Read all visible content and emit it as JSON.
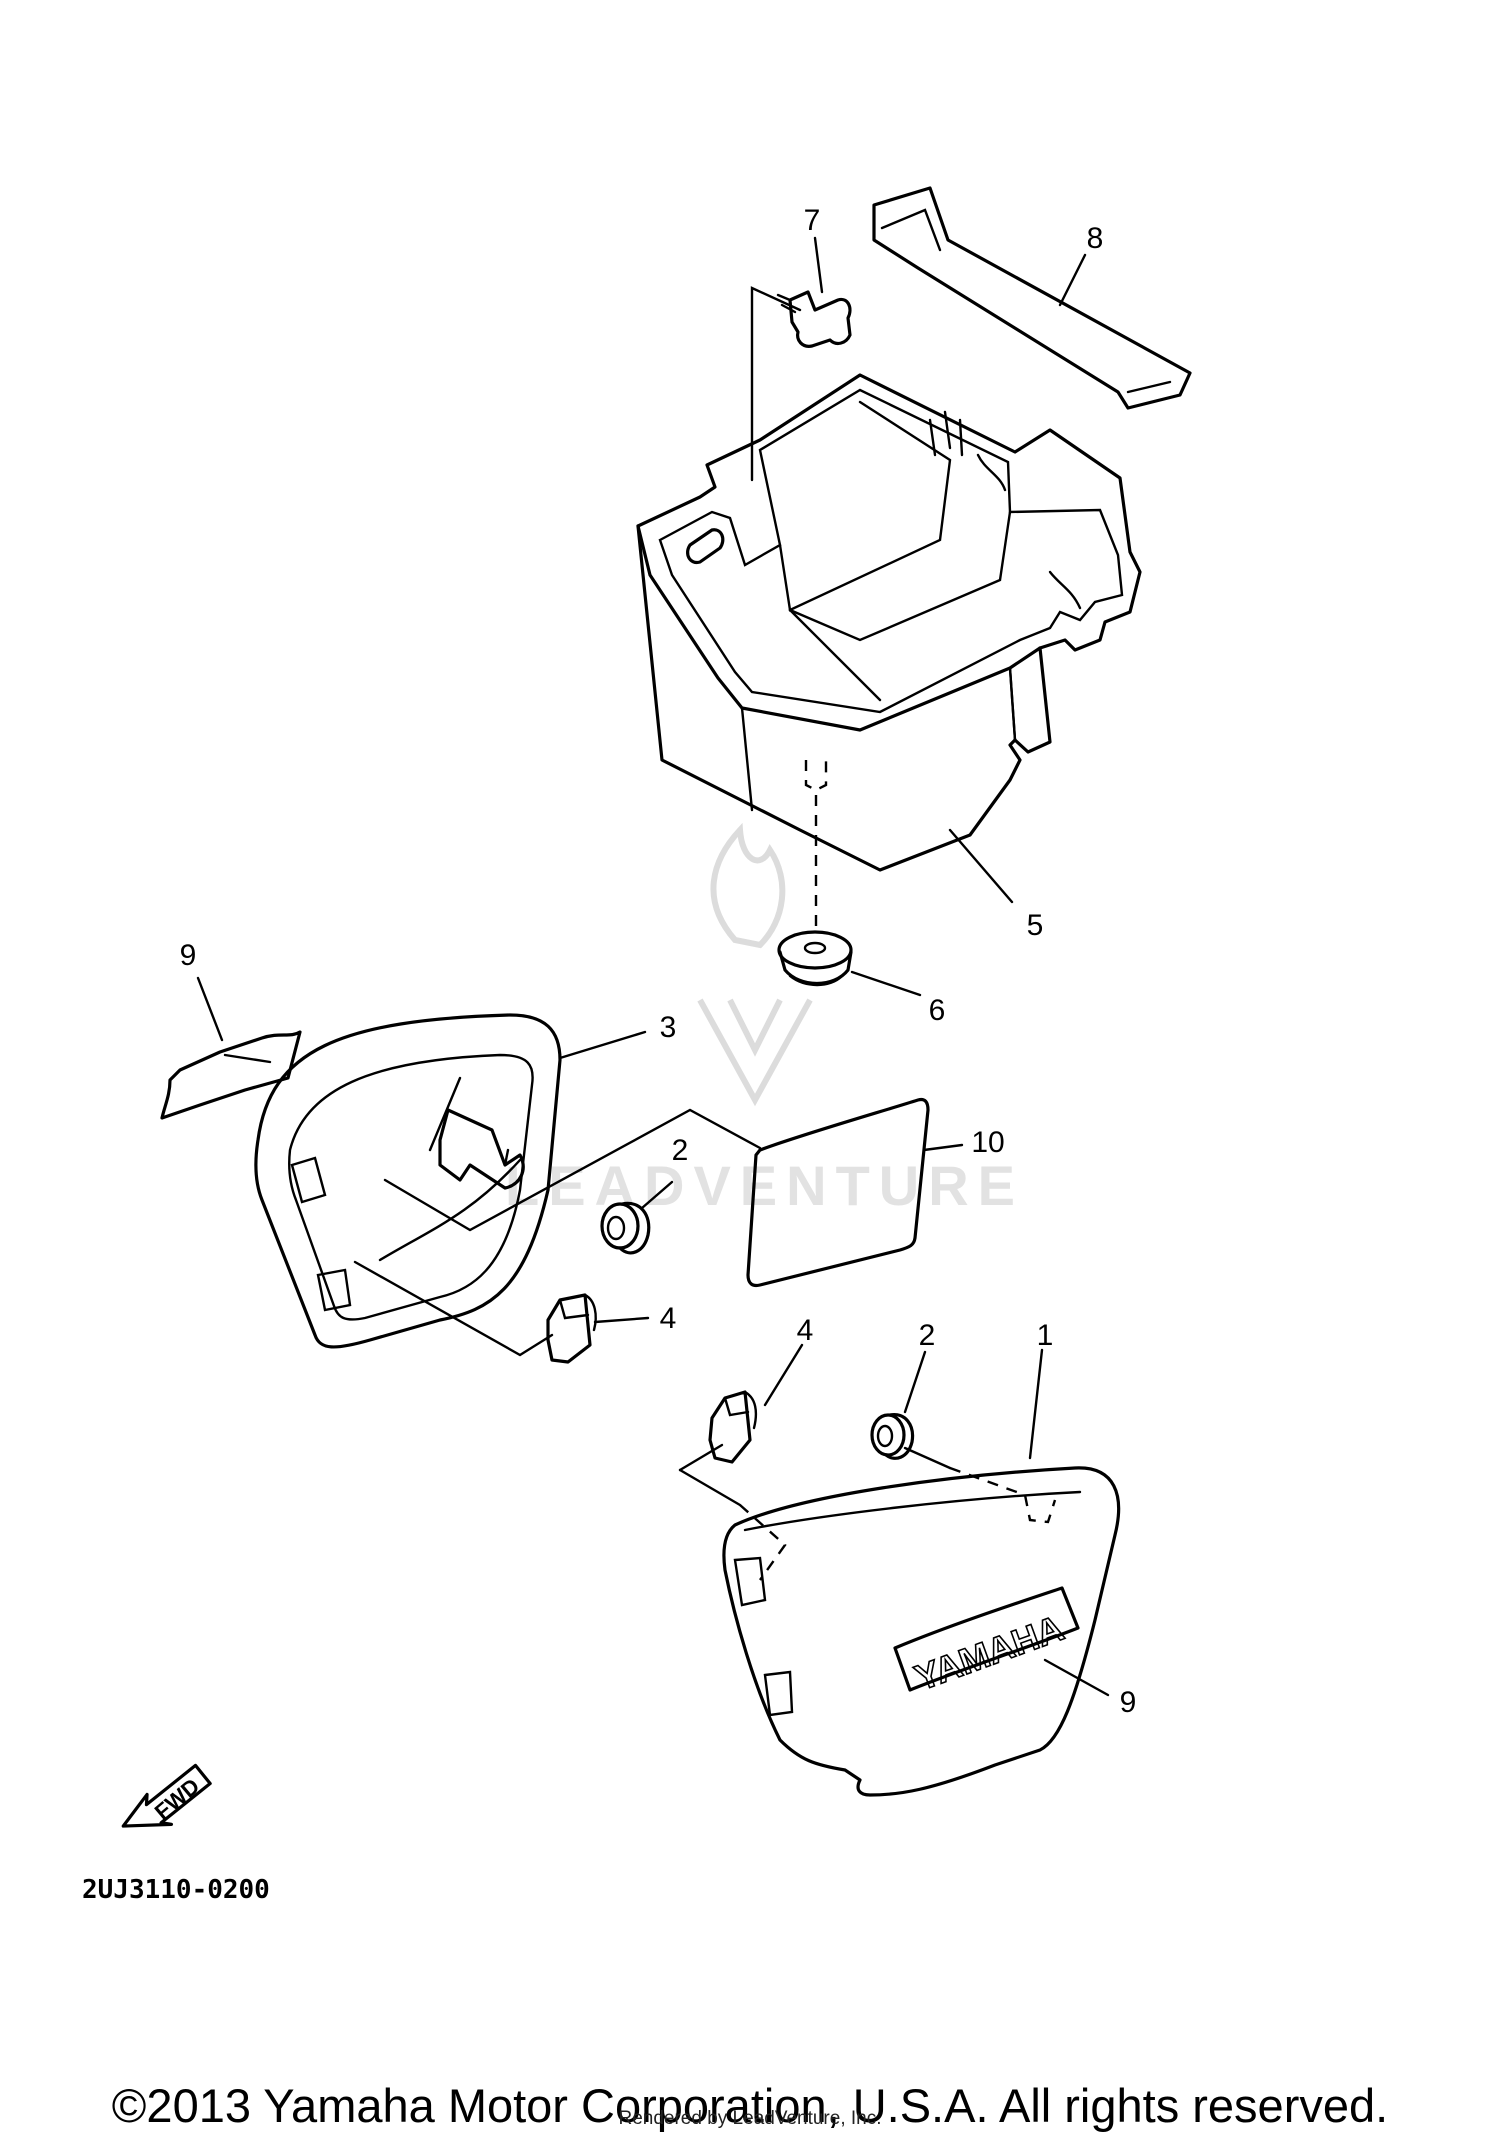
{
  "callouts": {
    "c1": "1",
    "c2a": "2",
    "c2b": "2",
    "c3": "3",
    "c4a": "4",
    "c4b": "4",
    "c5": "5",
    "c6": "6",
    "c7": "7",
    "c8": "8",
    "c9a": "9",
    "c9b": "9",
    "c10": "10"
  },
  "diagram_code": "2UJ3110-0200",
  "fwd_label": "FWD",
  "cover_emblem": "YAMAHA",
  "watermark": "LEADVENTURE",
  "copyright": "©2013 Yamaha Motor Corporation, U.S.A. All rights reserved.",
  "rendered_by": "Rendered by LeadVenture, Inc."
}
